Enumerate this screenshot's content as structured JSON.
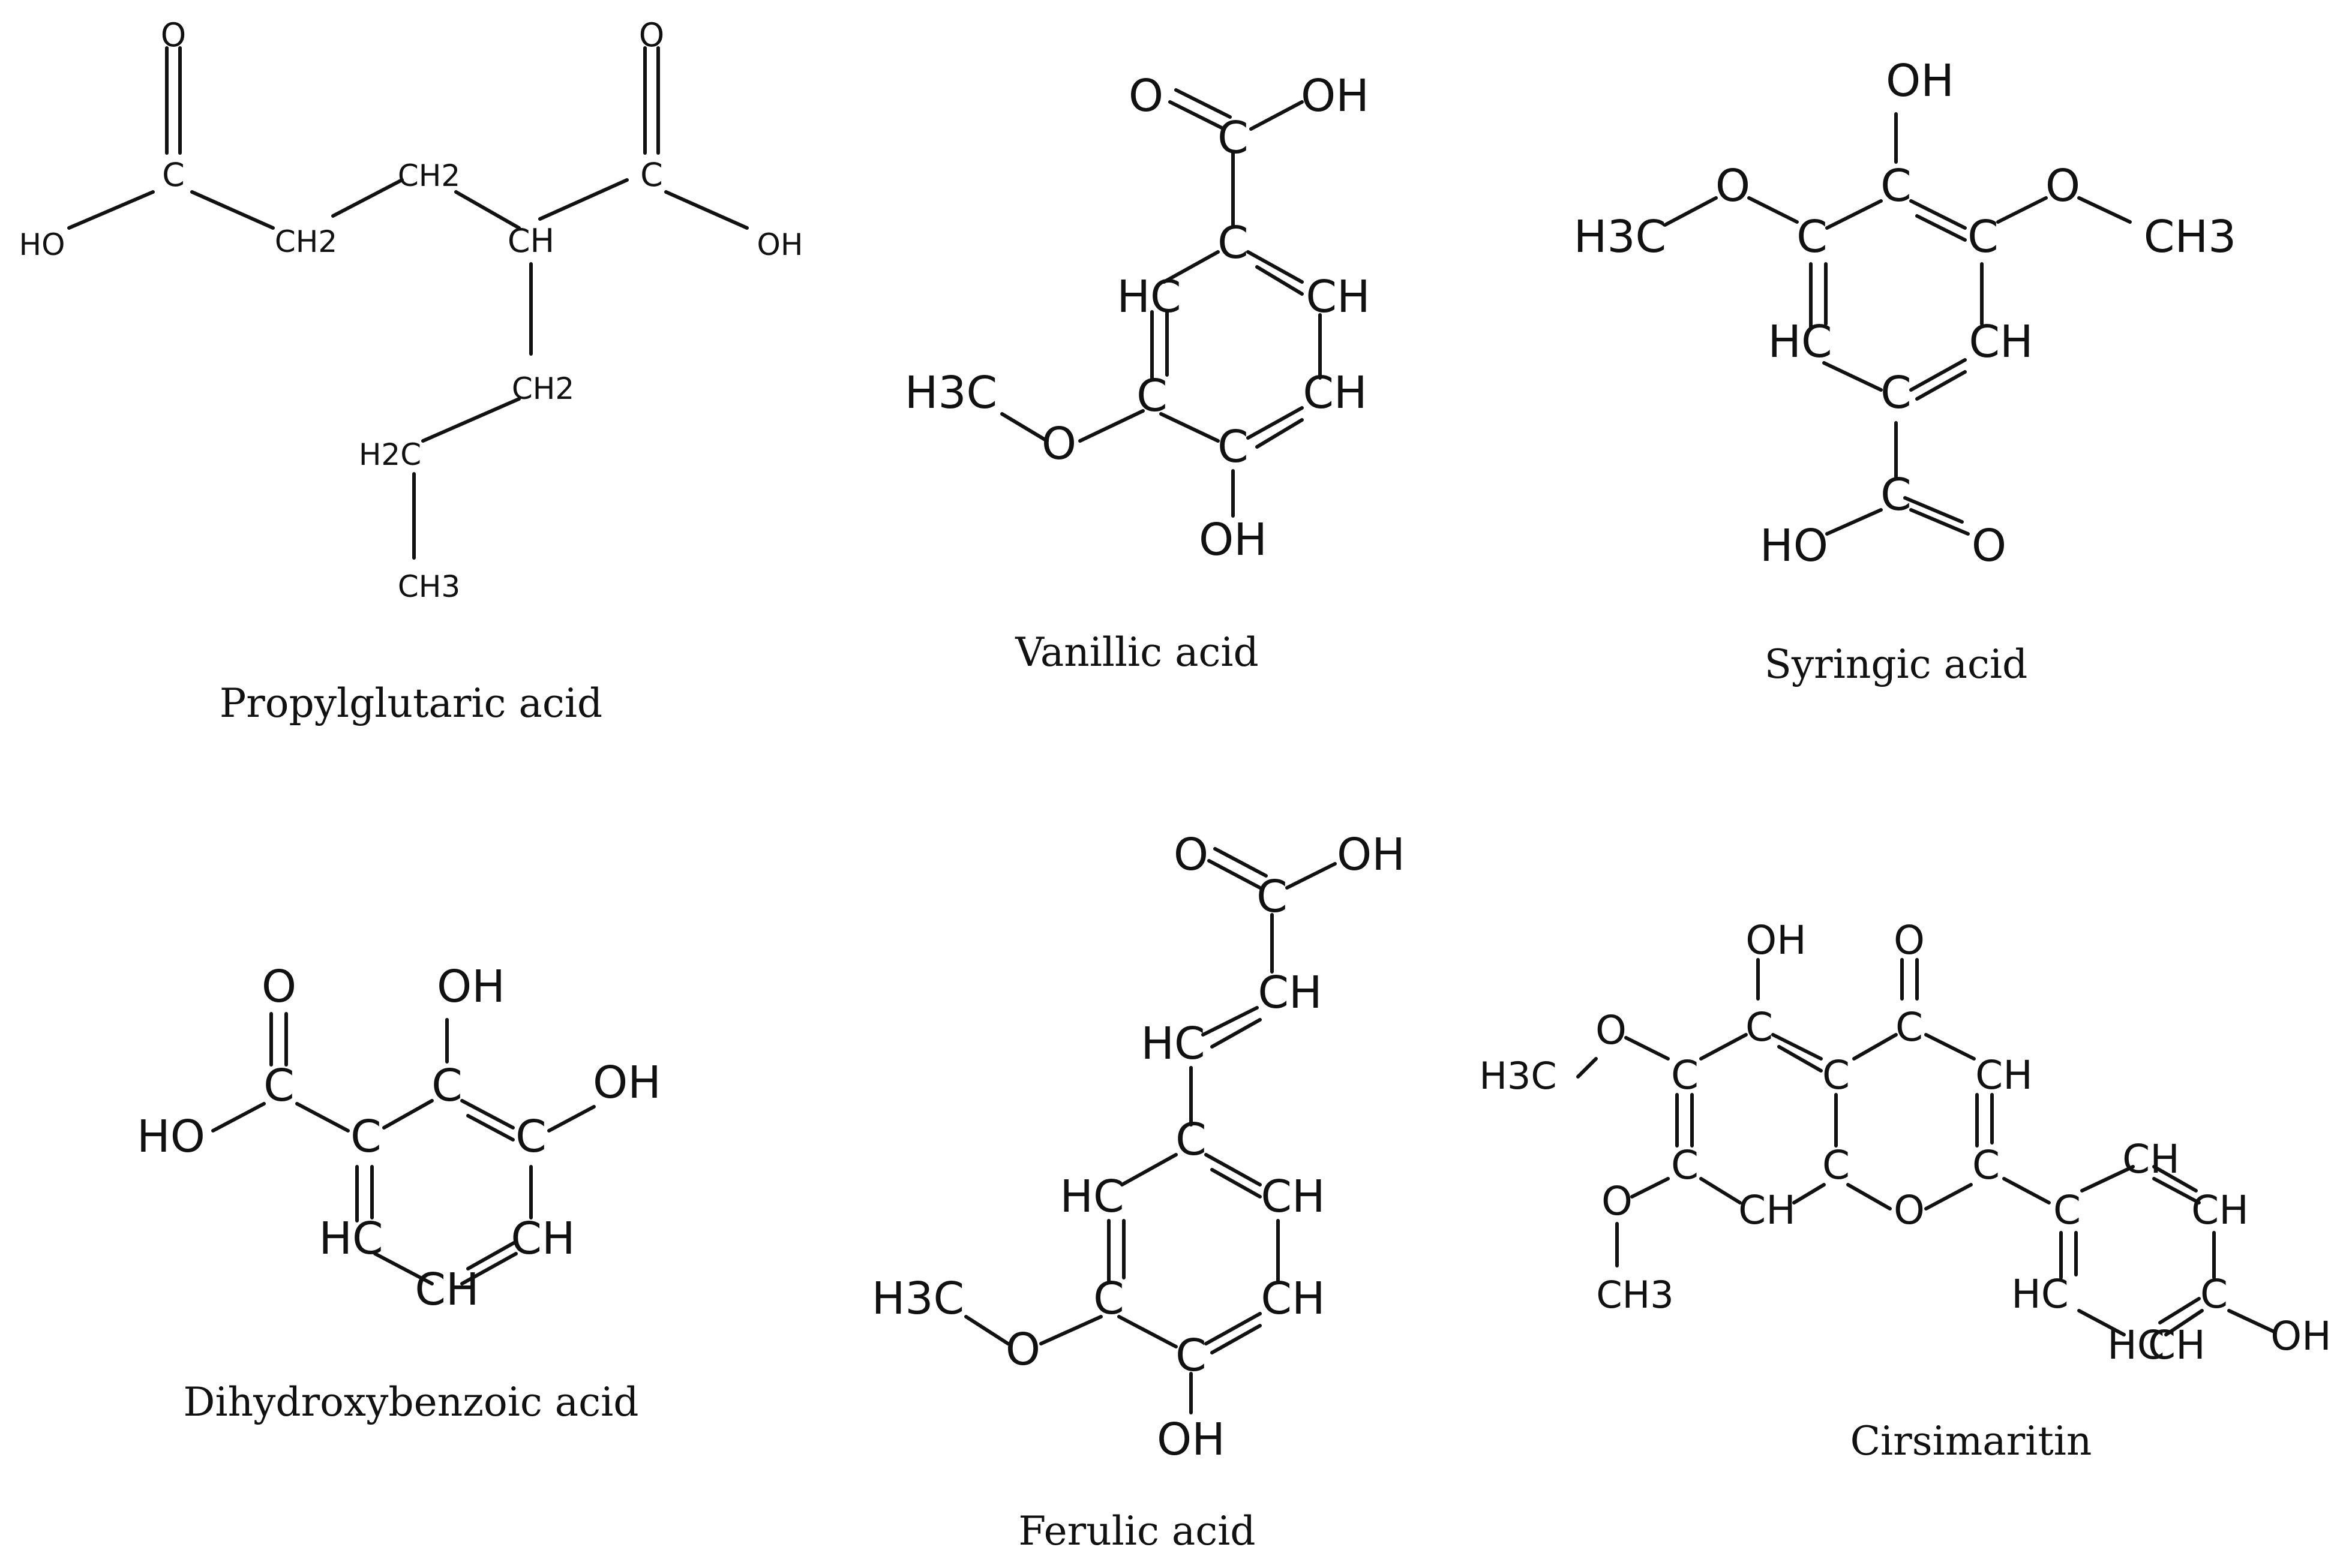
{
  "molecules": [
    {
      "name": "Propylglutaric acid",
      "atoms": [
        "O",
        "O",
        "C",
        "C",
        "HO",
        "OH",
        "CH2",
        "CH",
        "CH2",
        "CH2",
        "H2C",
        "CH3"
      ]
    },
    {
      "name": "Vanillic acid",
      "atoms": [
        "O",
        "OH",
        "C",
        "C",
        "HC",
        "CH",
        "H3C",
        "O",
        "C",
        "C",
        "CH",
        "OH"
      ]
    },
    {
      "name": "Syringic acid",
      "atoms": [
        "OH",
        "H3C",
        "O",
        "C",
        "C",
        "O",
        "CH3",
        "C",
        "HC",
        "CH",
        "C",
        "C",
        "HO",
        "O"
      ]
    },
    {
      "name": "Dihydroxybenzoic acid",
      "atoms": [
        "O",
        "OH",
        "HO",
        "C",
        "C",
        "C",
        "OH",
        "C",
        "HC",
        "CH",
        "CH"
      ]
    },
    {
      "name": "Ferulic acid",
      "atoms": [
        "O",
        "OH",
        "C",
        "CH",
        "HC",
        "C",
        "HC",
        "CH",
        "H3C",
        "O",
        "C",
        "C",
        "CH",
        "OH"
      ]
    },
    {
      "name": "Cirsimaritin",
      "atoms": [
        "OH",
        "O",
        "H3C",
        "O",
        "C",
        "C",
        "C",
        "CH",
        "C",
        "C",
        "C",
        "O",
        "C",
        "CH",
        "CH",
        "O",
        "C",
        "HC",
        "CH",
        "CH3",
        "HC",
        "C",
        "CH",
        "OH"
      ]
    }
  ]
}
